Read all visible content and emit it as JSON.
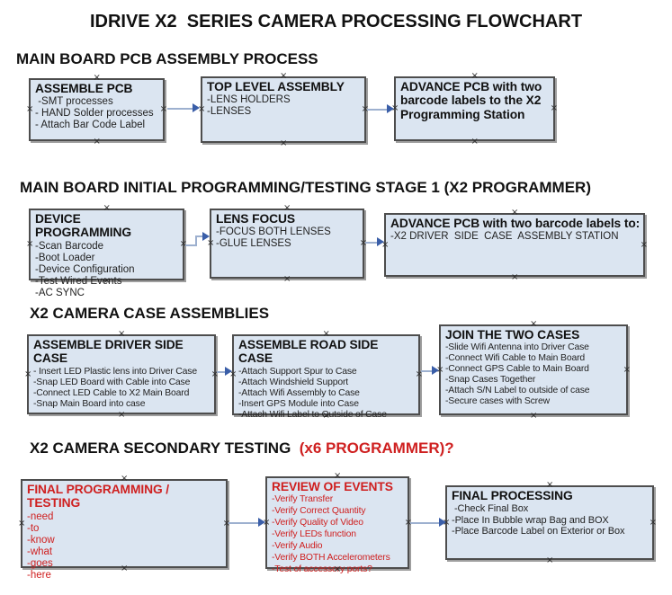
{
  "title": "IDRIVE X2  SERIES CAMERA PROCESSING FLOWCHART",
  "handle_glyph": "×",
  "colors": {
    "box_fill": "#dbe5f1",
    "box_border": "#4d4d4d",
    "arrow_line": "#9db0cf",
    "arrow_head": "#3a5ea8",
    "accent_red": "#cf2020"
  },
  "sections": [
    {
      "heading": "MAIN BOARD PCB ASSEMBLY PROCESS",
      "heading_accent": "",
      "boxes": [
        {
          "title": "ASSEMBLE PCB",
          "items": [
            " -SMT processes",
            "- HAND Solder processes",
            "- Attach Bar Code Label"
          ]
        },
        {
          "title": "TOP LEVEL ASSEMBLY",
          "items": [
            "-LENS HOLDERS",
            "-LENSES"
          ]
        },
        {
          "title": "ADVANCE PCB with two barcode labels to the X2 Programming Station",
          "items": []
        }
      ]
    },
    {
      "heading": "MAIN BOARD INITIAL PROGRAMMING/TESTING STAGE 1 (X2 PROGRAMMER)",
      "heading_accent": "",
      "boxes": [
        {
          "title": "DEVICE PROGRAMMING",
          "items": [
            "-Scan Barcode",
            "-Boot Loader",
            "-Device Configuration",
            "-Test Wired Events",
            "-AC SYNC"
          ]
        },
        {
          "title": "LENS FOCUS",
          "items": [
            "-FOCUS BOTH LENSES",
            "-GLUE LENSES"
          ]
        },
        {
          "title": "ADVANCE PCB with two barcode labels to:",
          "items": [
            "-X2 DRIVER  SIDE  CASE  ASSEMBLY STATION"
          ]
        }
      ]
    },
    {
      "heading": "X2 CAMERA CASE ASSEMBLIES",
      "heading_accent": "",
      "boxes": [
        {
          "title": "ASSEMBLE DRIVER SIDE CASE",
          "items": [
            "- Insert LED Plastic lens into Driver Case",
            "-Snap LED Board with Cable into Case",
            "-Connect LED Cable to X2 Main Board",
            "-Snap Main Board into case"
          ]
        },
        {
          "title": "ASSEMBLE ROAD SIDE CASE",
          "items": [
            "-Attach Support Spur to Case",
            "-Attach Windshield Support",
            "-Attach Wifi Assembly to Case",
            "-Insert GPS Module into Case",
            "-Attach Wifi Label to Outside of Case"
          ]
        },
        {
          "title": "JOIN THE TWO CASES",
          "items": [
            "-Slide Wifi Antenna into Driver Case",
            "-Connect Wifi Cable to Main Board",
            "-Connect GPS Cable to Main Board",
            "-Snap Cases Together",
            "-Attach S/N Label to outside of case",
            "-Secure cases with Screw"
          ]
        }
      ]
    },
    {
      "heading": "X2 CAMERA SECONDARY TESTING ",
      "heading_accent": " (x6 PROGRAMMER)?",
      "boxes": [
        {
          "title": "FINAL PROGRAMMING / TESTING",
          "red": true,
          "items": [
            "-need",
            "-to",
            "-know",
            "-what",
            "-goes",
            "-here"
          ]
        },
        {
          "title": "REVIEW OF EVENTS",
          "red": true,
          "items": [
            "-Verify Transfer",
            "-Verify Correct Quantity",
            "-Verify Quality of Video",
            "-Verify LEDs function",
            "-Verify Audio",
            "-Verify BOTH Accelerometers",
            "-Test of accessory ports?"
          ]
        },
        {
          "title": "FINAL PROCESSING",
          "items": [
            " -Check Final Box",
            "-Place In Bubble wrap Bag and BOX",
            "-Place Barcode Label on Exterior or Box"
          ]
        }
      ]
    }
  ]
}
